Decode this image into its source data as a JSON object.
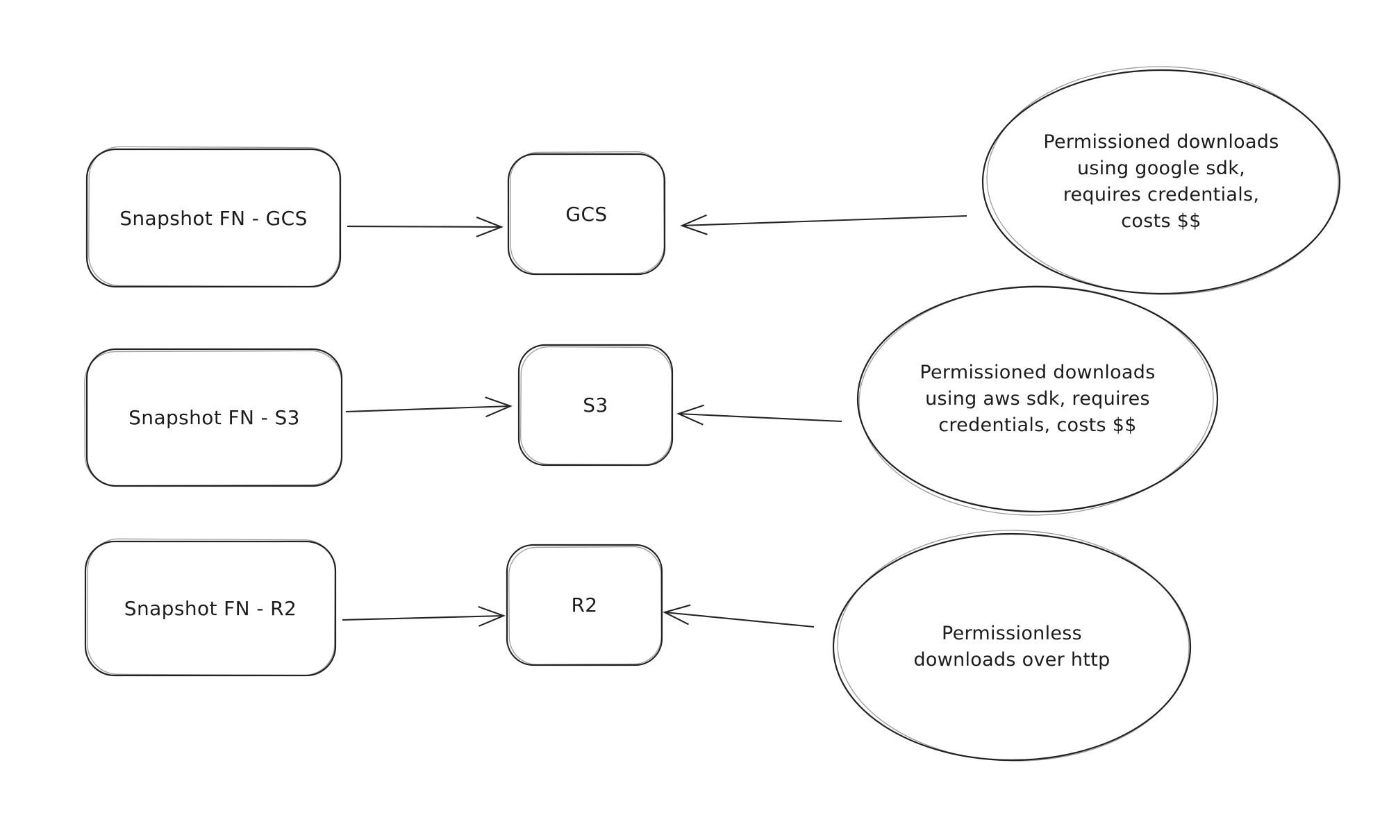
{
  "diagram": {
    "background_color": "#ffffff",
    "stroke_color": "#222222",
    "text_color": "#1c1c1c",
    "rows": [
      {
        "source_label": "Snapshot FN - GCS",
        "target_label": "GCS",
        "note_lines": [
          "Permissioned downloads",
          "using google sdk,",
          "requires credentials,",
          "costs $$"
        ]
      },
      {
        "source_label": "Snapshot FN - S3",
        "target_label": "S3",
        "note_lines": [
          "Permissioned downloads",
          "using aws sdk, requires",
          "credentials, costs $$"
        ]
      },
      {
        "source_label": "Snapshot FN - R2",
        "target_label": "R2",
        "note_lines": [
          "Permissionless",
          "downloads over http"
        ]
      }
    ]
  }
}
